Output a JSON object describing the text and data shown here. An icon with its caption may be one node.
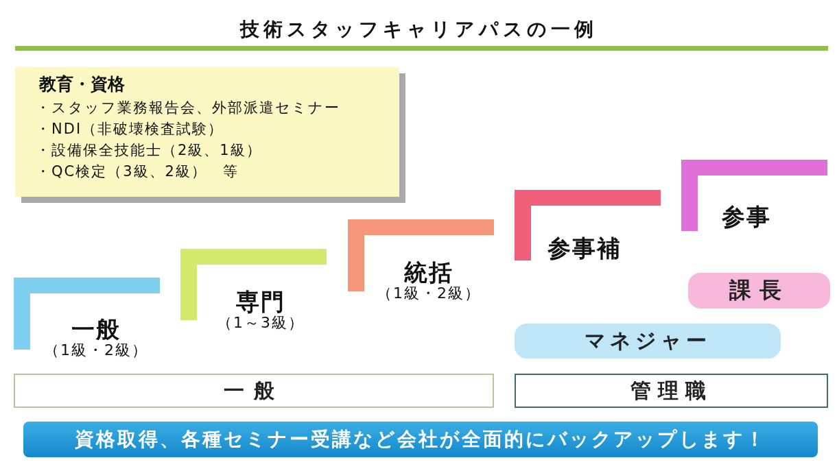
{
  "diagram": {
    "title": "技術スタッフキャリアパスの一例",
    "nodes": [
      {
        "text": [
          "教育・資格",
          "・スタッフ業務報告会、外部派遣セミナー",
          "・NDI（非破壊検査試験）",
          "・設備保全技能士（2級、1級）",
          "・QC検定（3級、2級）　等"
        ]
      },
      {
        "text": [
          "一般",
          "（1級・2級）"
        ]
      },
      {
        "text": [
          "専門",
          "（1～3級）"
        ]
      },
      {
        "text": [
          "統括",
          "（1級・2級）"
        ]
      },
      {
        "text": [
          "参事補"
        ]
      },
      {
        "text": [
          "参事"
        ]
      },
      {
        "text": [
          "課長"
        ]
      },
      {
        "text": [
          "マネジャー"
        ]
      },
      {
        "text": [
          "一般"
        ]
      },
      {
        "text": [
          "管理職"
        ]
      },
      {
        "text": [
          "資格取得、各種セミナー受講など会社が全面的にバックアップします！"
        ]
      }
    ],
    "edges": []
  }
}
